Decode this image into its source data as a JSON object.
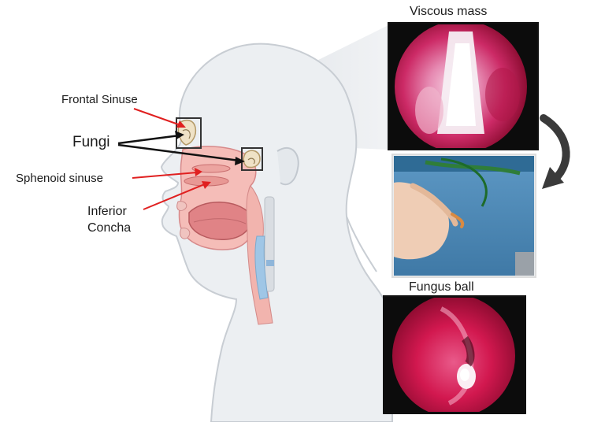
{
  "labels": {
    "frontal": "Frontal Sinuse",
    "fungi": "Fungi",
    "sphenoid": "Sphenoid sinuse",
    "inferior_line1": "Inferior",
    "inferior_line2": "Concha"
  },
  "panels": {
    "top_title": "Viscous mass",
    "bottom_title": "Fungus ball"
  },
  "colors": {
    "arrow_red": "#e02020",
    "tissue_pink": "#f3b7b2",
    "head_grey": "#e9ecef",
    "endoscopy_red": "#c81446",
    "drape_blue": "#4a86b4",
    "curved_arrow": "#3a3a3a"
  }
}
